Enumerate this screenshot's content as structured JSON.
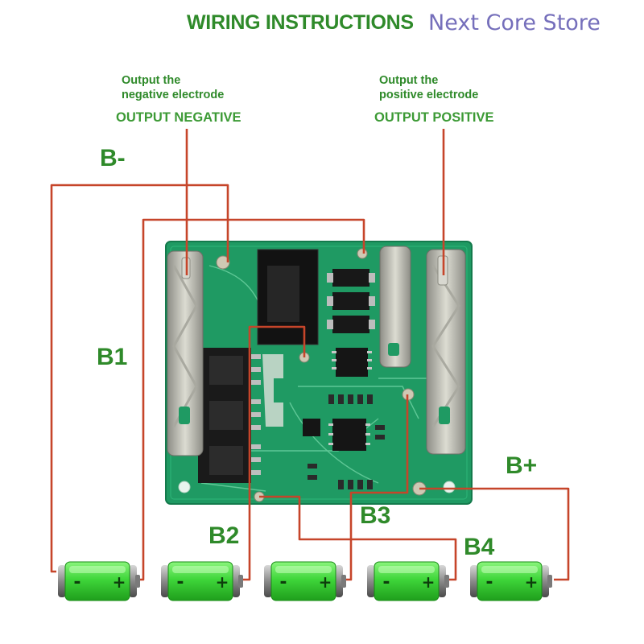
{
  "title": "WIRING INSTRUCTIONS",
  "watermark": "Next Core Store",
  "outputs": {
    "negative": {
      "note_line1": "Output the",
      "note_line2": "negative electrode",
      "label": "OUTPUT NEGATIVE"
    },
    "positive": {
      "note_line1": "Output the",
      "note_line2": "positive electrode",
      "label": "OUTPUT POSITIVE"
    }
  },
  "connections": {
    "b_minus": "B-",
    "b1": "B1",
    "b2": "B2",
    "b3": "B3",
    "b4": "B4",
    "b_plus": "B+"
  },
  "battery_count": 5,
  "colors": {
    "label_green": "#2f8a2a",
    "wire": "#c6452a",
    "pcb": "#1f9a63",
    "battery": "#3fd63a"
  }
}
